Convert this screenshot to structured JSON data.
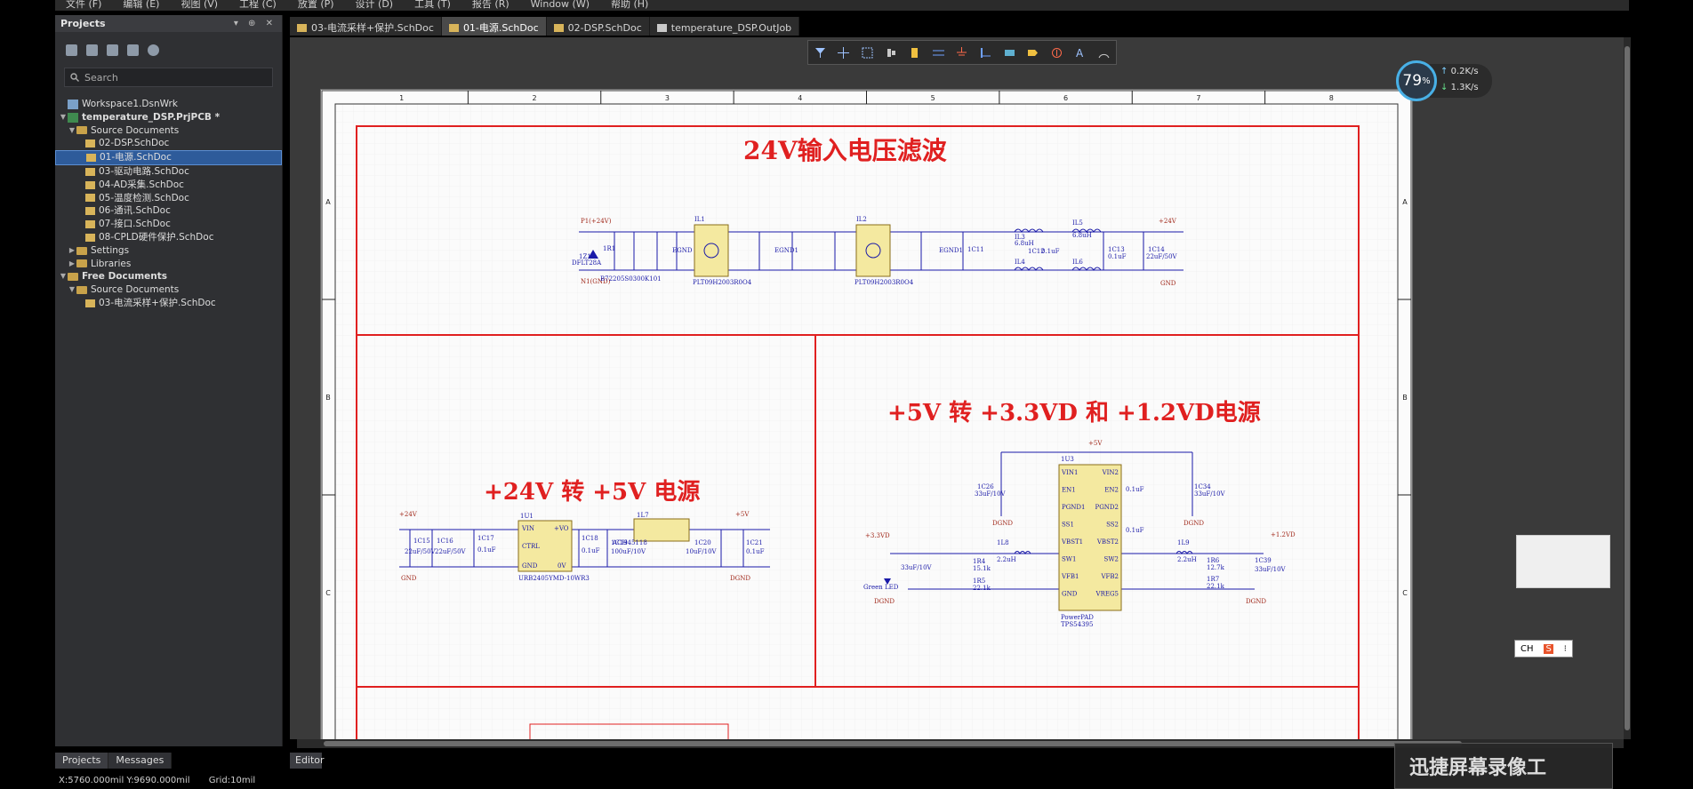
{
  "menu": [
    "文件 (F)",
    "编辑 (E)",
    "视图 (V)",
    "工程 (C)",
    "放置 (P)",
    "设计 (D)",
    "工具 (T)",
    "报告 (R)",
    "Window (W)",
    "帮助 (H)"
  ],
  "projects_panel": {
    "title": "Projects",
    "search_placeholder": "Search",
    "tree": [
      {
        "label": "Workspace1.DsnWrk",
        "type": "ws",
        "depth": 0
      },
      {
        "label": "temperature_DSP.PrjPCB *",
        "type": "pcb",
        "depth": 0,
        "arrow": "▼",
        "bold": true
      },
      {
        "label": "Source Documents",
        "type": "folder",
        "depth": 1,
        "arrow": "▼"
      },
      {
        "label": "02-DSP.SchDoc",
        "type": "doc",
        "depth": 2
      },
      {
        "label": "01-电源.SchDoc",
        "type": "doc",
        "depth": 2,
        "selected": true
      },
      {
        "label": "03-驱动电路.SchDoc",
        "type": "doc",
        "depth": 2
      },
      {
        "label": "04-AD采集.SchDoc",
        "type": "doc",
        "depth": 2
      },
      {
        "label": "05-温度检测.SchDoc",
        "type": "doc",
        "depth": 2
      },
      {
        "label": "06-通讯.SchDoc",
        "type": "doc",
        "depth": 2
      },
      {
        "label": "07-接口.SchDoc",
        "type": "doc",
        "depth": 2
      },
      {
        "label": "08-CPLD硬件保护.SchDoc",
        "type": "doc",
        "depth": 2
      },
      {
        "label": "Settings",
        "type": "folder",
        "depth": 1,
        "arrow": "▶"
      },
      {
        "label": "Libraries",
        "type": "folder",
        "depth": 1,
        "arrow": "▶"
      },
      {
        "label": "Free Documents",
        "type": "folder",
        "depth": 0,
        "arrow": "▼",
        "bold": true
      },
      {
        "label": "Source Documents",
        "type": "folder",
        "depth": 1,
        "arrow": "▼"
      },
      {
        "label": "03-电流采样+保护.SchDoc",
        "type": "doc",
        "depth": 2
      }
    ],
    "bottom_tabs": [
      "Projects",
      "Messages"
    ]
  },
  "doc_tabs": [
    {
      "label": "03-电流采样+保护.SchDoc",
      "active": false
    },
    {
      "label": "01-电源.SchDoc",
      "active": true
    },
    {
      "label": "02-DSP.SchDoc",
      "active": false
    },
    {
      "label": "temperature_DSP.OutJob",
      "active": false
    }
  ],
  "editor_tab": "Editor",
  "status": {
    "coords": "X:5760.000mil Y:9690.000mil",
    "grid": "Grid:10mil"
  },
  "net_gauge": {
    "percent": "79",
    "unit": "%",
    "upload": "0.2",
    "upload_unit": "K/s",
    "download": "1.3",
    "download_unit": "K/s"
  },
  "ime": {
    "mode": "CH",
    "logo": "S"
  },
  "watermark": "迅捷屏幕录像工",
  "sheet": {
    "col_labels": [
      "1",
      "2",
      "3",
      "4",
      "5",
      "6",
      "7",
      "8"
    ],
    "row_labels": [
      "A",
      "B",
      "C"
    ],
    "titles": {
      "filter": "24V输入电压滤波",
      "to5v": "+24V 转 +5V 电源",
      "to33": "+5V 转 +3.3VD 和 +1.2VD电源"
    },
    "filter_parts": {
      "p1": "P1(+24V)",
      "n1": "N1(GND)",
      "tvs": "DFLT28A",
      "ref1": "1Z1",
      "ref2": "1R1",
      "bead": "B72205S0300K101",
      "il1": "IL1",
      "il2": "IL2",
      "il1p": "PLT09H2003R0O4",
      "il2p": "PLT09H2003R0O4",
      "egnd": "EGND",
      "egnd1": "EGND1",
      "il3": "IL3",
      "il4": "IL4",
      "il5": "IL5",
      "il6": "IL6",
      "l_val": "6.8uH",
      "c_val": "0.1uF",
      "c14": "1C14",
      "c14v": "22uF/50V",
      "plus24": "+24V",
      "gnd": "GND",
      "c11": "1C11",
      "c12": "1C12",
      "c13": "1C13"
    },
    "to5v_parts": {
      "u1": "1U1",
      "u1p": "URB2405YMD-10WR3",
      "vin": "VIN",
      "ctrl": "CTRL",
      "gnd": "GND",
      "vo": "+VO",
      "ov": "0V",
      "l7": "1L7",
      "plus24": "+24V",
      "plus5": "+5V",
      "c15": "1C15",
      "c16": "1C16",
      "c17": "1C17",
      "c18": "1C18",
      "c19": "1C19",
      "c20": "1C20",
      "c21": "1C21",
      "c15v": "22uF/50V",
      "c16v": "22uF/50V",
      "c17v": "0.1uF",
      "c18v": "0.1uF",
      "c19v": "100uF/10V",
      "c20v": "10uF/10V",
      "c21v": "0.1uF",
      "ach": "ACH45118",
      "gnd_lbl": "GND",
      "dgnd": "DGND"
    },
    "to33_parts": {
      "u3": "1U3",
      "u3p": "TPS54395",
      "pwr": "PowerPAD",
      "pins_l": [
        "VIN1",
        "EN1",
        "PGND1",
        "SS1",
        "VBST1",
        "SW1",
        "VFB1",
        "GND"
      ],
      "pins_r": [
        "VIN2",
        "EN2",
        "PGND2",
        "SS2",
        "VBST2",
        "SW2",
        "VFB2",
        "VREG5"
      ],
      "plus5": "+5V",
      "plus33": "+3.3VD",
      "plus12": "+1.2VD",
      "dgnd": "DGND",
      "led": "Green LED",
      "l8": "1L8",
      "l9": "1L9",
      "c26": "1C26",
      "c26v": "33uF/10V",
      "c34": "1C34",
      "c34v": "33uF/10V",
      "c39": "1C39",
      "c39v": "33uF/10V",
      "c30v": "33uF/10V",
      "l_val": "2.2uH",
      "r4": "1R4",
      "r5": "1R5",
      "r6": "1R6",
      "r7": "1R7",
      "r4v": "15.1k",
      "r5v": "22.1k",
      "r6v": "12.7k",
      "r7v": "22.1k",
      "c_val": "0.1uF"
    }
  }
}
